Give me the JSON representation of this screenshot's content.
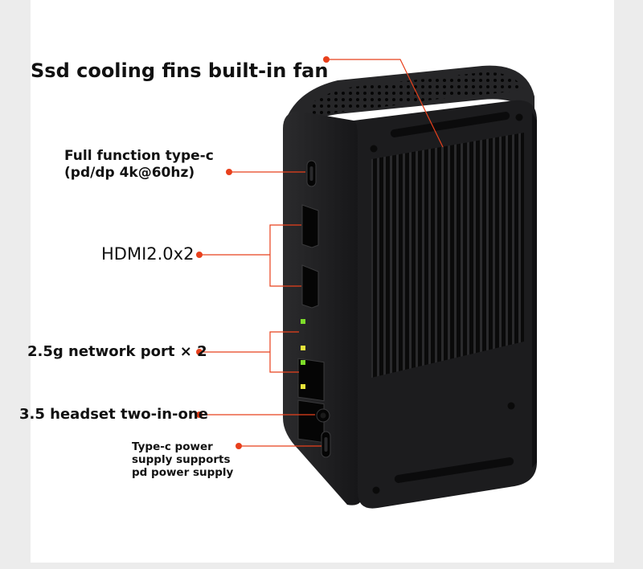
{
  "colors": {
    "accent": "#e8401c",
    "device": "#1c1c1e",
    "device_side": "#111113",
    "led": "#7ddc2a",
    "led_yellow": "#e7e43a",
    "background": "#ffffff"
  },
  "labels": {
    "fan": "Ssd cooling fins built-in fan",
    "typec_line1": "Full function type-c",
    "typec_line2": "(pd/dp 4k@60hz)",
    "hdmi": "HDMI2.0x2",
    "network": "2.5g network port × 2",
    "audio": "3.5 headset two-in-one",
    "power_line1": "Type-c power",
    "power_line2": "supply supports",
    "power_line3": "pd power supply"
  },
  "icons": [
    "usb-c-port-icon",
    "hdmi-port-icon",
    "ethernet-port-icon",
    "audio-jack-icon",
    "power-port-icon"
  ]
}
